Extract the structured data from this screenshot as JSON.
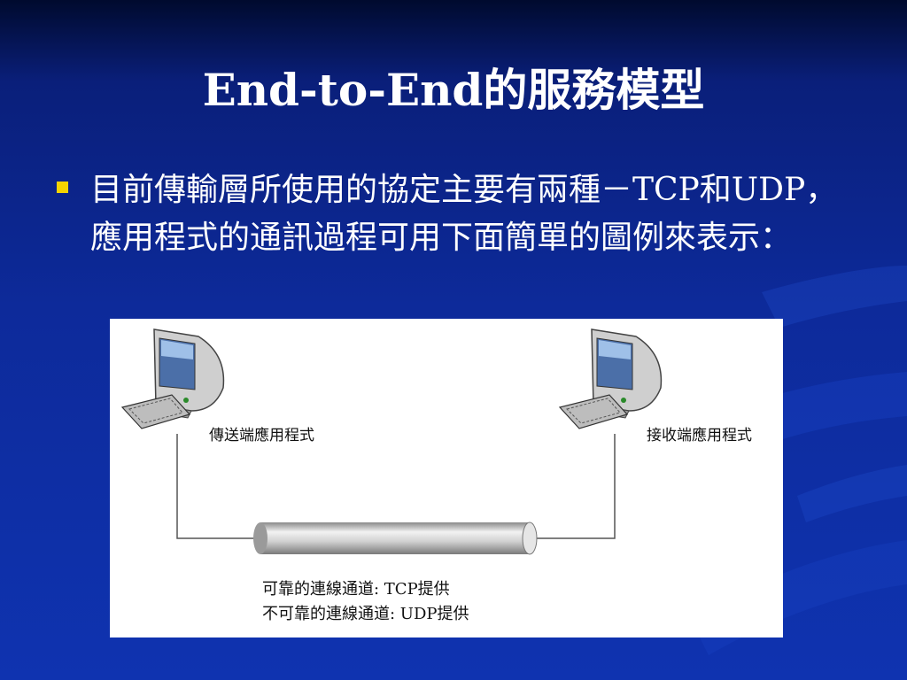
{
  "slide": {
    "title": "End-to-End的服務模型",
    "bullet": "目前傳輸層所使用的協定主要有兩種－TCP和UDP，應用程式的通訊過程可用下面簡單的圖例來表示："
  },
  "figure": {
    "sender_label": "傳送端應用程式",
    "receiver_label": "接收端應用程式",
    "reliable_channel": "可靠的連線通道: TCP提供",
    "unreliable_channel": "不可靠的連線通道: UDP提供"
  },
  "colors": {
    "bullet": "#f5d400",
    "title_text": "#ffffff",
    "background": "#0d2a9a"
  }
}
